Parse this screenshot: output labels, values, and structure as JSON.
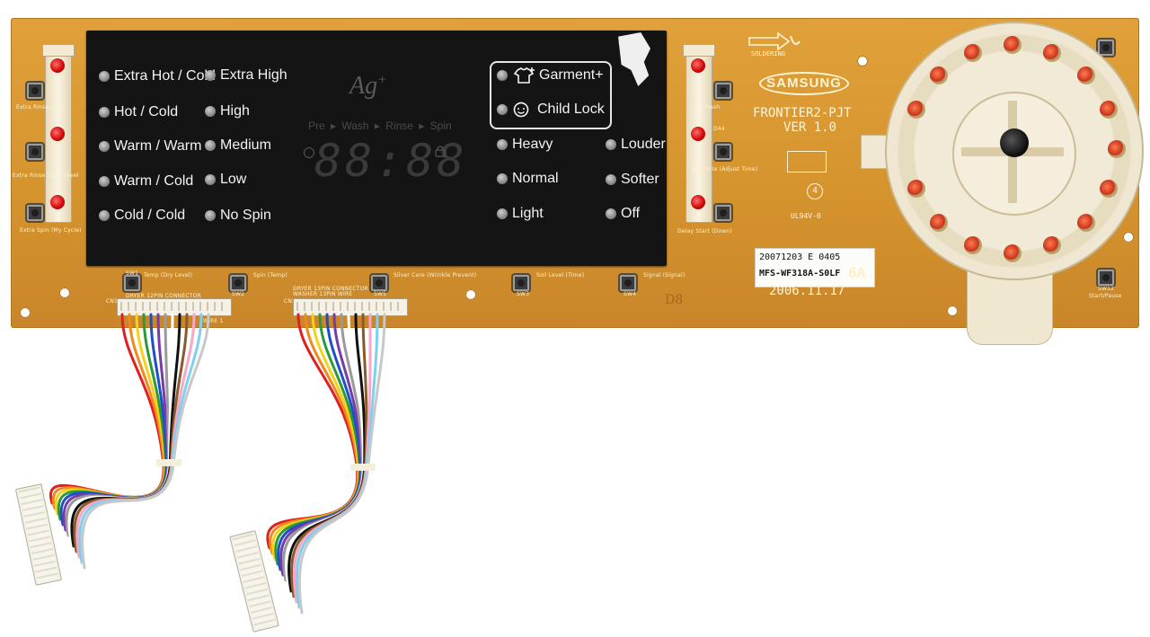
{
  "panel": {
    "cycle_options": [
      "Extra Hot / Cold",
      "Hot / Cold",
      "Warm / Warm",
      "Warm / Cold",
      "Cold / Cold"
    ],
    "spin_options": [
      "Extra High",
      "High",
      "Medium",
      "Low",
      "No Spin"
    ],
    "special_options": [
      "Garment+",
      "Child Lock"
    ],
    "soil_options": [
      "Heavy",
      "Normal",
      "Light"
    ],
    "signal_options": [
      "Louder",
      "Softer",
      "Off"
    ],
    "ag_label": "Ag",
    "ag_sup": "+",
    "steps": "Pre ▸ Wash ▸ Rinse ▸ Spin",
    "timer": "88:88"
  },
  "board": {
    "brand": "SAMSUNG",
    "soldering": "SOLDERING",
    "model_line1": "FRONTIER2-PJT",
    "model_line2": "VER 1.0",
    "date": "2006.11.17",
    "circle_mark": "4",
    "ul_mark": "UL94V-0",
    "suffix": "6A",
    "label_line1": "20071203  E  0405",
    "label_line2": "MFS-WF318A-S0LF",
    "handwritten": "D8",
    "silk": {
      "extra_rinse": "Extra Rinse (Dry)",
      "extra_rinse_lo": "Extra Rinse (Dry) Level",
      "extra_spin": "Extra Spin (My Cycle)",
      "temp": "Temp (Dry Level)",
      "spin": "Spin (Temp)",
      "silver": "Silver Care (Wrinkle Prevent)",
      "soil": "Soil Level (Time)",
      "signal": "Signal (Signal)",
      "delay": "Delay Start (Down)",
      "adjust": "My Cycle (Adjust Time)",
      "pre": "Pre Wash",
      "start": "Start/Pause",
      "conn1": "DRYER 12PIN CONNECTOR",
      "conn2a": "DRYER 13PIN CONNECTOR",
      "conn2b": "WASHER 13PIN WIRE",
      "wire1": "WIRE 1",
      "sw1": "SW1",
      "sw2": "SW2",
      "sw3": "SW3",
      "sw4": "SW4",
      "sw5": "SW5",
      "sw12": "SW12",
      "cn1": "CN1",
      "cn2": "CN2",
      "d44": "D44"
    }
  },
  "colors": {
    "pcb": "#d6942e",
    "overlay": "#141414",
    "led_red": "#d40a0a",
    "wires": [
      "#e02020",
      "#f08a1c",
      "#f2d21c",
      "#2a9a3a",
      "#1d4fc9",
      "#7a3aa8",
      "#9a9a9a",
      "#ffffff",
      "#111111",
      "#8a5a2a",
      "#f5a8c8",
      "#7fd0f0",
      "#c8c8c8"
    ]
  }
}
